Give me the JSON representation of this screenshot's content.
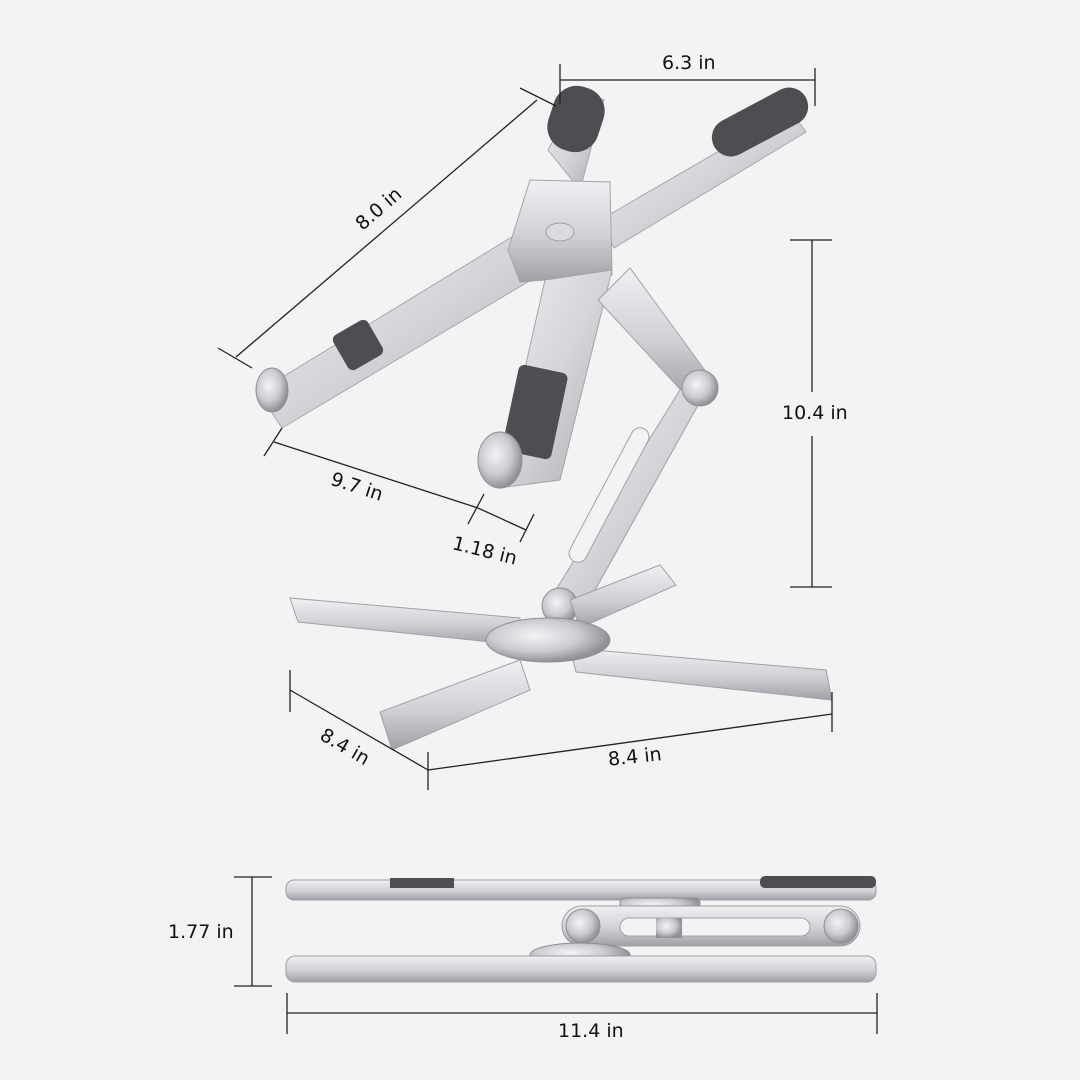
{
  "diagram": {
    "subject": "Foldable rotating laptop stand dimensions",
    "colors": {
      "background": "#f3f3f3",
      "dimension_line": "#222222",
      "aluminum_light": "#e2e3e6",
      "aluminum_mid": "#c4c6cb",
      "aluminum_dark": "#9a9ca2",
      "silicone_pad": "#4d4e52"
    },
    "dimensions": {
      "top_width": "6.3 in",
      "arm_length": "8.0 in",
      "height": "10.4 in",
      "tray_depth": "9.7 in",
      "lip_height": "1.18 in",
      "base_depth": "8.4 in",
      "base_width": "8.4 in",
      "folded_thickness": "1.77 in",
      "folded_length": "11.4 in"
    },
    "views": [
      {
        "name": "unfolded-perspective-view"
      },
      {
        "name": "folded-side-view"
      }
    ]
  }
}
